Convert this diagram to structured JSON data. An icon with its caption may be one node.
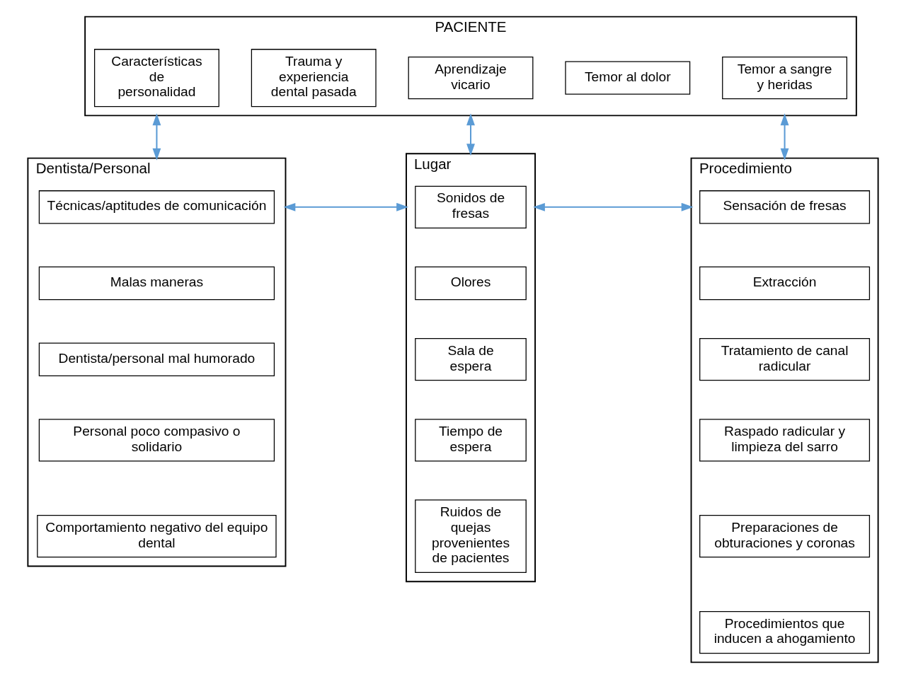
{
  "diagram": {
    "nodes": [
      {
        "text": [
          "PACIENTE"
        ]
      },
      {
        "text": [
          "Características de personalidad"
        ],
        "in": 0
      },
      {
        "text": [
          "Trauma y experiencia dental pasada"
        ],
        "in": 0
      },
      {
        "text": [
          "Aprendizaje vicario"
        ],
        "in": 0
      },
      {
        "text": [
          "Temor al dolor"
        ],
        "in": 0
      },
      {
        "text": [
          "Temor a sangre y heridas"
        ],
        "in": 0
      },
      {
        "text": [
          "Dentista/Personal"
        ]
      },
      {
        "text": [
          "Técnicas/aptitudes de comunicación"
        ],
        "in": 6
      },
      {
        "text": [
          "Malas maneras"
        ],
        "in": 6
      },
      {
        "text": [
          "Dentista/personal mal humorado"
        ],
        "in": 6
      },
      {
        "text": [
          "Personal poco compasivo o solidario"
        ],
        "in": 6
      },
      {
        "text": [
          "Comportamiento negativo del equipo dental"
        ],
        "in": 6
      },
      {
        "text": [
          "Lugar"
        ]
      },
      {
        "text": [
          "Sonidos de fresas"
        ],
        "in": 12
      },
      {
        "text": [
          "Olores"
        ],
        "in": 12
      },
      {
        "text": [
          "Sala de espera"
        ],
        "in": 12
      },
      {
        "text": [
          "Tiempo de espera"
        ],
        "in": 12
      },
      {
        "text": [
          "Ruidos de quejas provenientes de pacientes"
        ],
        "in": 12
      },
      {
        "text": [
          "Procedimiento"
        ]
      },
      {
        "text": [
          "Sensación de fresas"
        ],
        "in": 18
      },
      {
        "text": [
          "Extracción"
        ],
        "in": 18
      },
      {
        "text": [
          "Tratamiento de canal radicular"
        ],
        "in": 18
      },
      {
        "text": [
          "Raspado radicular y limpieza del sarro"
        ],
        "in": 18
      },
      {
        "text": [
          "Preparaciones de obturaciones y coronas"
        ],
        "in": 18
      },
      {
        "text": [
          "Procedimientos que inducen a ahogamiento"
        ],
        "in": 18
      }
    ],
    "edges": [
      {
        "from": 0,
        "to": 6,
        "arrow": "both"
      },
      {
        "from": 0,
        "to": 12,
        "arrow": "both"
      },
      {
        "from": 0,
        "to": 18,
        "arrow": "both"
      },
      {
        "from": 6,
        "to": 12,
        "arrow": "both"
      },
      {
        "from": 12,
        "to": 18,
        "arrow": "both"
      }
    ]
  }
}
